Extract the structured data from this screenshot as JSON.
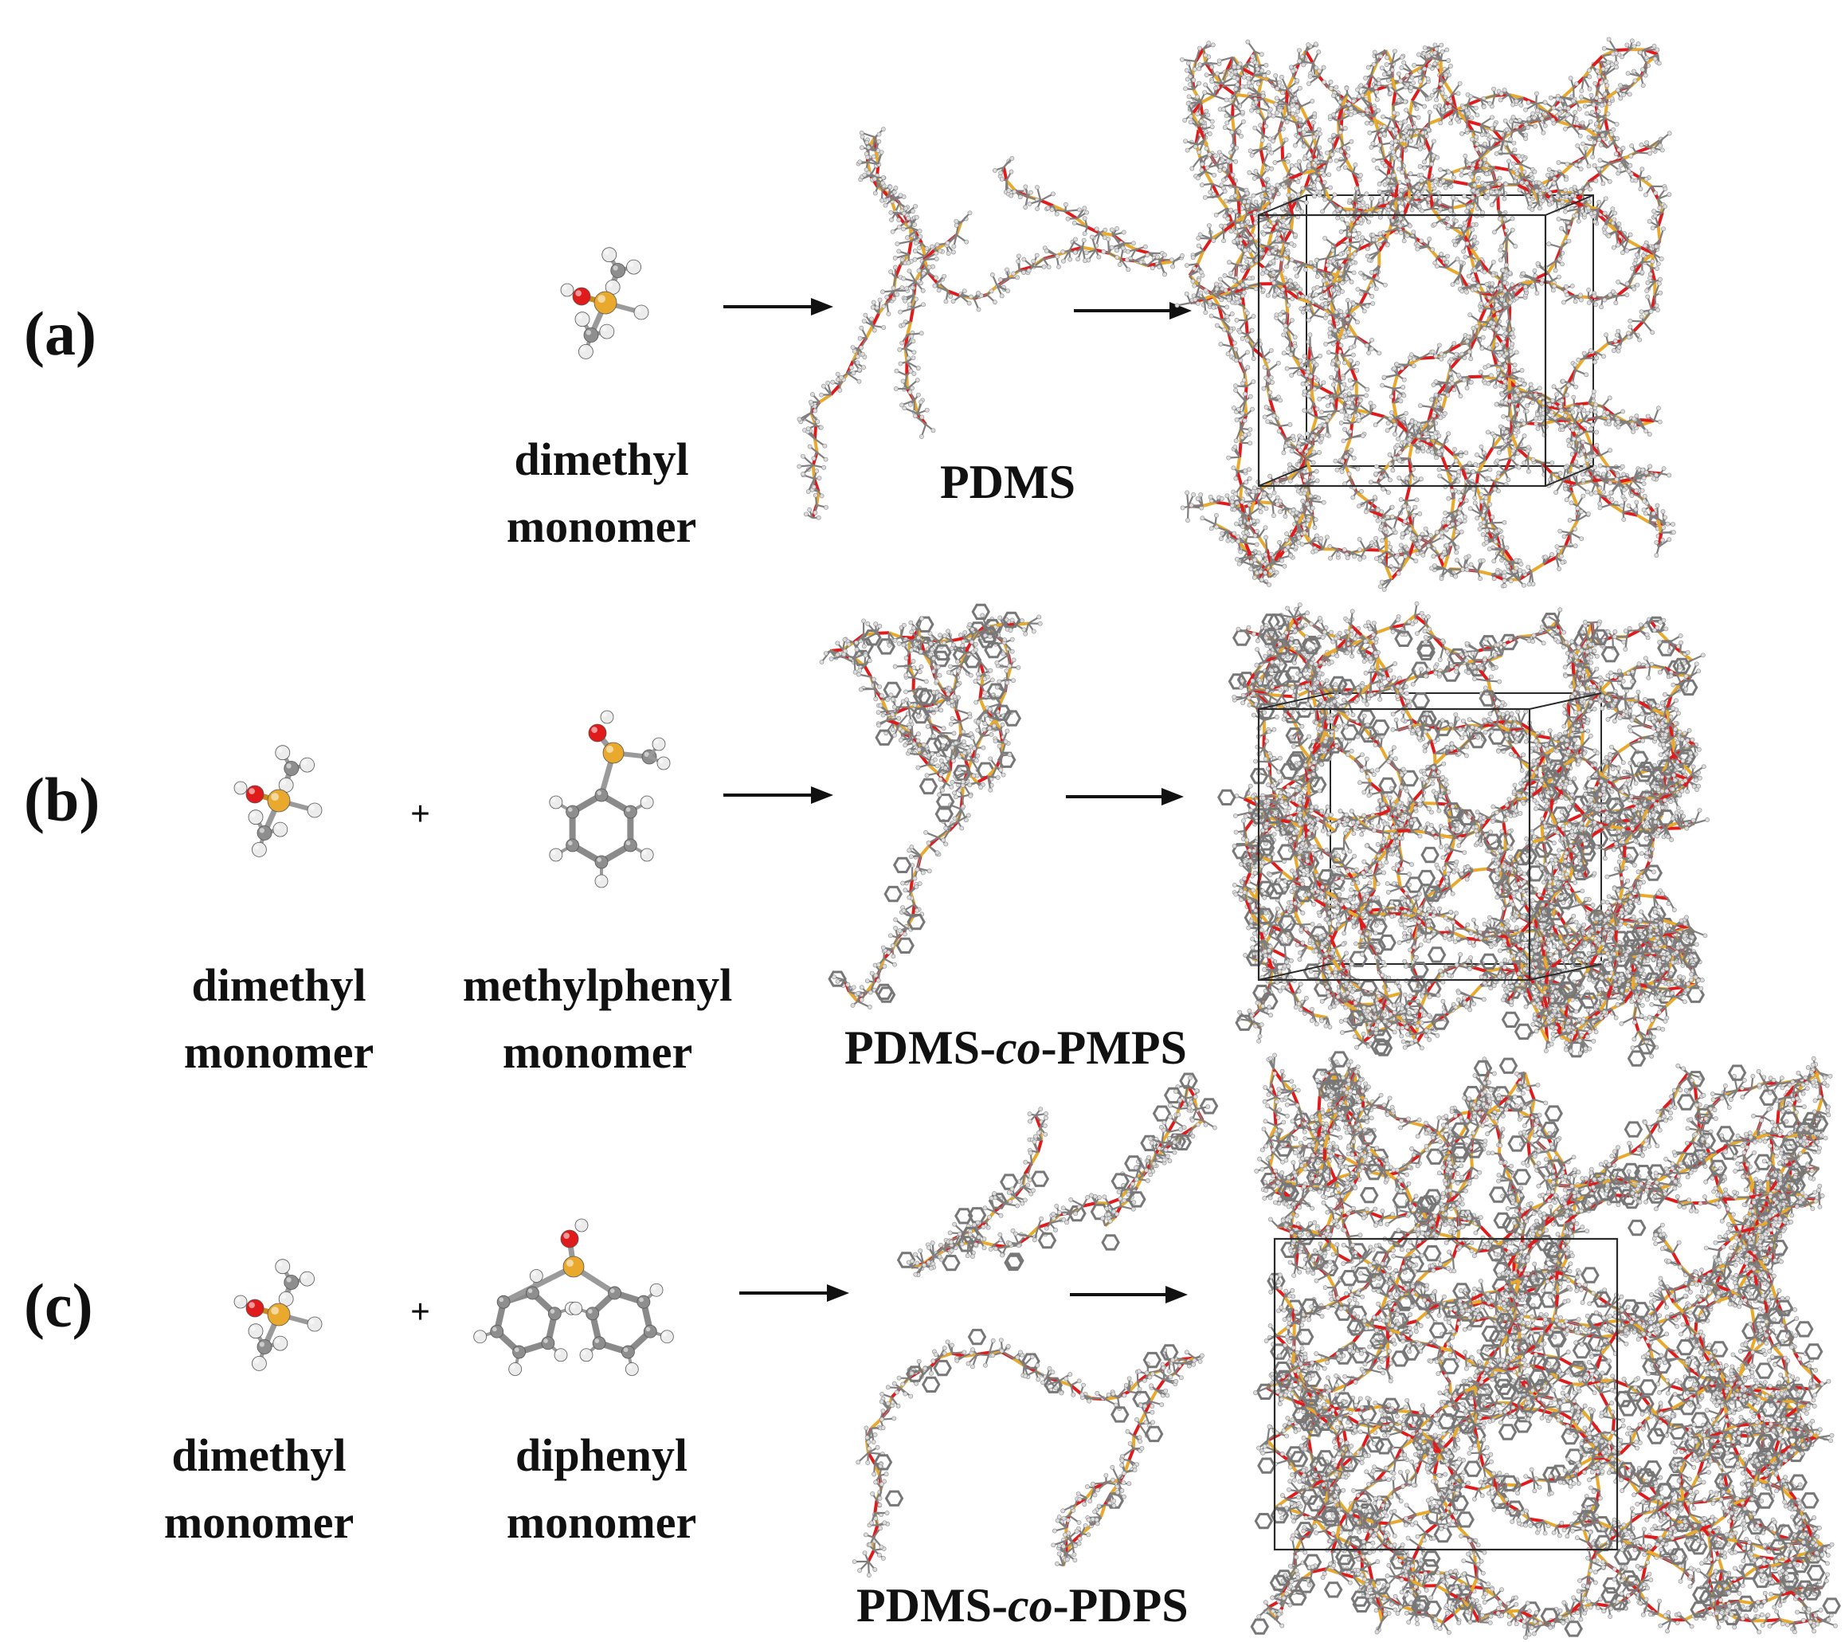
{
  "colors": {
    "silicon": "#e8a92c",
    "oxygen": "#e01b1b",
    "carbon": "#8e8e8e",
    "hydrogen": "#ececec",
    "bond_gray": "#8a8a8a",
    "text": "#111111",
    "arrow": "#111111",
    "box": "#2a2a2a"
  },
  "panels": [
    {
      "tag": "(a)",
      "monomers": [
        {
          "name": "dimethyl",
          "word": "monomer",
          "icon": "dimethyl-monomer-molecule-icon"
        }
      ],
      "plus": "",
      "polymer": {
        "name": "PDMS",
        "prefix": "",
        "co": "",
        "suffix": ""
      },
      "cell_icon": "amorphous-cell-icon"
    },
    {
      "tag": "(b)",
      "monomers": [
        {
          "name": "dimethyl",
          "word": "monomer",
          "icon": "dimethyl-monomer-molecule-icon"
        },
        {
          "name": "methylphenyl",
          "word": "monomer",
          "icon": "methylphenyl-monomer-molecule-icon"
        }
      ],
      "plus": "+",
      "polymer": {
        "name": "PDMS-co-PMPS",
        "prefix": "PDMS-",
        "co": "co",
        "suffix": "-PMPS"
      },
      "cell_icon": "amorphous-cell-icon"
    },
    {
      "tag": "(c)",
      "monomers": [
        {
          "name": "dimethyl",
          "word": "monomer",
          "icon": "dimethyl-monomer-molecule-icon"
        },
        {
          "name": "diphenyl",
          "word": "monomer",
          "icon": "diphenyl-monomer-molecule-icon"
        }
      ],
      "plus": "+",
      "polymer": {
        "name": "PDMS-co-PDPS",
        "prefix": "PDMS-",
        "co": "co",
        "suffix": "-PDPS"
      },
      "cell_icon": "amorphous-cell-icon"
    }
  ]
}
